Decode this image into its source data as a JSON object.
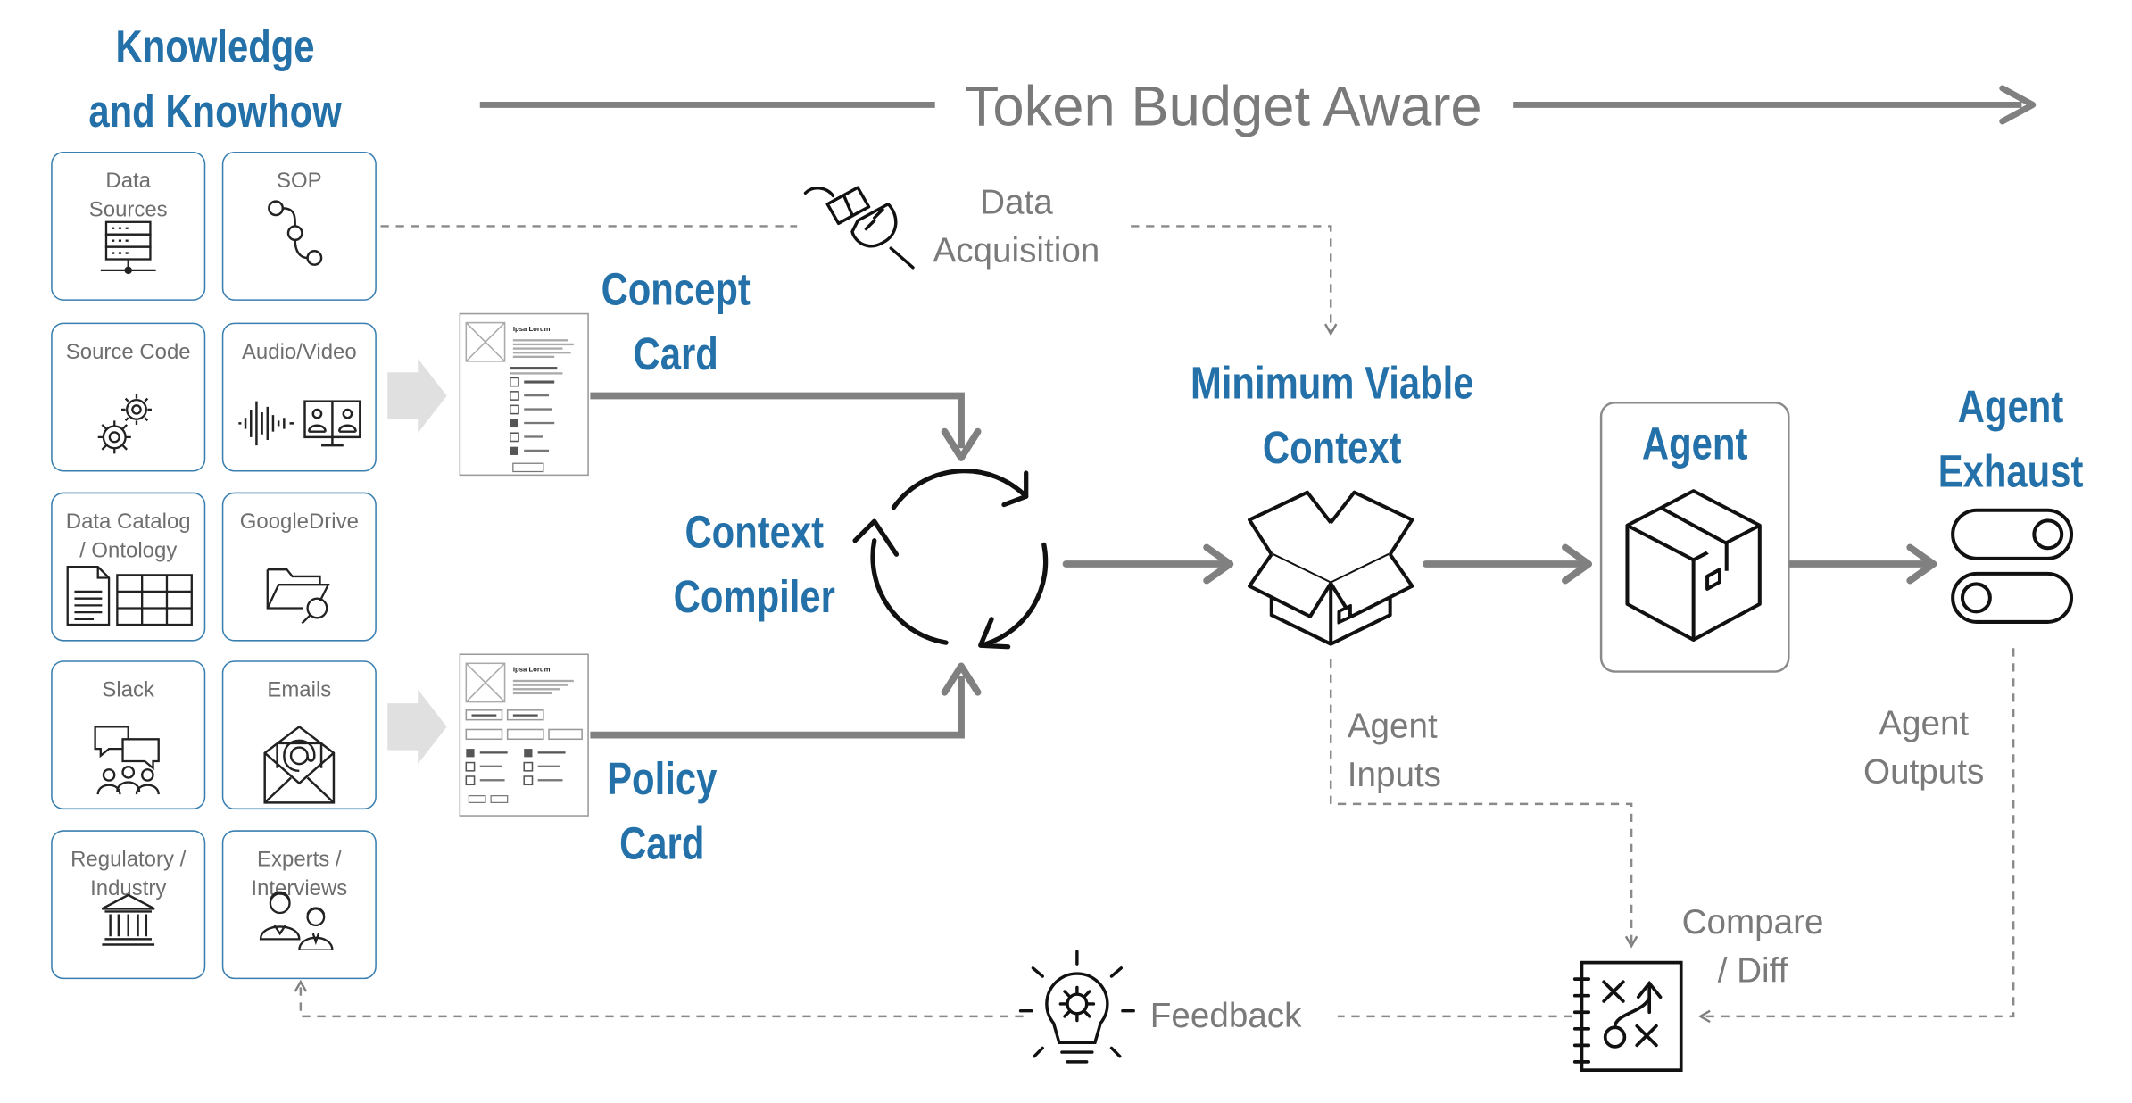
{
  "header": {
    "knowledge_title": "Knowledge\nand Knowhow",
    "token_budget": "Token Budget Aware"
  },
  "sources": [
    {
      "label": "Data\nSources",
      "icon": "server-icon"
    },
    {
      "label": "SOP",
      "icon": "workflow-icon"
    },
    {
      "label": "Source Code",
      "icon": "gears-icon"
    },
    {
      "label": "Audio/Video",
      "icon": "audio-video-icon"
    },
    {
      "label": "Data Catalog\n/ Ontology",
      "icon": "catalog-icon"
    },
    {
      "label": "GoogleDrive",
      "icon": "folder-search-icon"
    },
    {
      "label": "Slack",
      "icon": "chat-people-icon"
    },
    {
      "label": "Emails",
      "icon": "email-icon"
    },
    {
      "label": "Regulatory /\nIndustry",
      "icon": "institution-icon"
    },
    {
      "label": "Experts /\nInterviews",
      "icon": "experts-icon"
    }
  ],
  "cards": {
    "concept": "Concept\nCard",
    "policy": "Policy\nCard",
    "doc_heading": "Ipsa Lorum"
  },
  "compiler": "Context\nCompiler",
  "mvc": "Minimum Viable\nContext",
  "agent": "Agent",
  "exhaust": "Agent\nExhaust",
  "labels": {
    "data_acquisition": "Data\nAcquisition",
    "agent_inputs": "Agent\nInputs",
    "agent_outputs": "Agent\nOutputs",
    "compare_diff": "Compare\n/ Diff",
    "feedback": "Feedback"
  },
  "colors": {
    "title_blue": "#2470a8",
    "tile_border": "#3a7fb0",
    "arrow_gray": "#808080",
    "label_gray": "#7a7a7a"
  }
}
